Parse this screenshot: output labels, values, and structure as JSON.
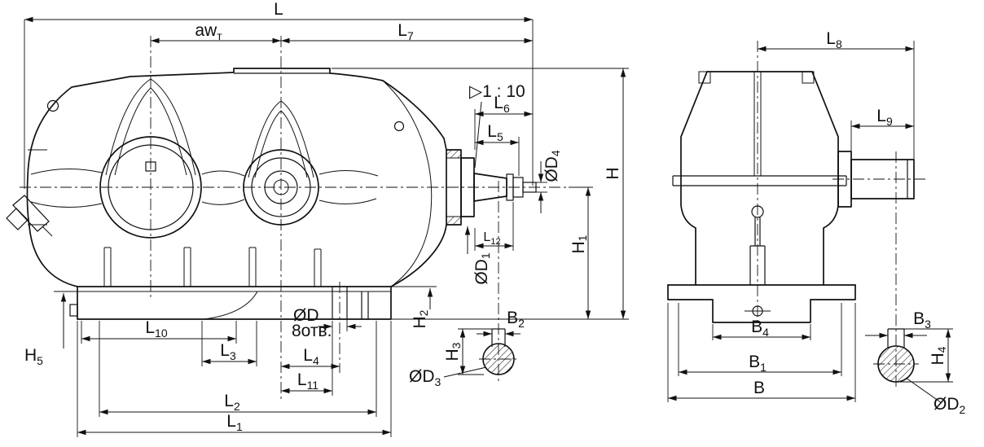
{
  "labels": {
    "L": {
      "base": "L",
      "sub": ""
    },
    "awt": {
      "base": "aw",
      "sub": "т"
    },
    "L7": {
      "base": "L",
      "sub": "7"
    },
    "L8": {
      "base": "L",
      "sub": "8"
    },
    "L9": {
      "base": "L",
      "sub": "9"
    },
    "L6": {
      "base": "L",
      "sub": "6"
    },
    "L5": {
      "base": "L",
      "sub": "5"
    },
    "L12": {
      "base": "L",
      "sub": "12"
    },
    "L10": {
      "base": "L",
      "sub": "10"
    },
    "L3": {
      "base": "L",
      "sub": "3"
    },
    "L4": {
      "base": "L",
      "sub": "4"
    },
    "L11": {
      "base": "L",
      "sub": "11"
    },
    "L2": {
      "base": "L",
      "sub": "2"
    },
    "L1": {
      "base": "L",
      "sub": "1"
    },
    "H": {
      "base": "H",
      "sub": ""
    },
    "H1": {
      "base": "H",
      "sub": "1"
    },
    "H2": {
      "base": "H",
      "sub": "2"
    },
    "H3": {
      "base": "H",
      "sub": "3"
    },
    "H4": {
      "base": "H",
      "sub": "4"
    },
    "H5": {
      "base": "H",
      "sub": "5"
    },
    "B": {
      "base": "B",
      "sub": ""
    },
    "B1": {
      "base": "B",
      "sub": "1"
    },
    "B2": {
      "base": "B",
      "sub": "2"
    },
    "B3": {
      "base": "B",
      "sub": "3"
    },
    "B4": {
      "base": "B",
      "sub": "4"
    },
    "D": {
      "base": "ØD",
      "sub": ""
    },
    "D1": {
      "base": "ØD",
      "sub": "1"
    },
    "D2": {
      "base": "ØD",
      "sub": "2"
    },
    "D3": {
      "base": "ØD",
      "sub": "3"
    },
    "D4": {
      "base": "ØD",
      "sub": "4"
    },
    "taper": {
      "base": "▷1 : 10",
      "sub": ""
    },
    "holes": {
      "base": "8отв.",
      "sub": ""
    }
  }
}
